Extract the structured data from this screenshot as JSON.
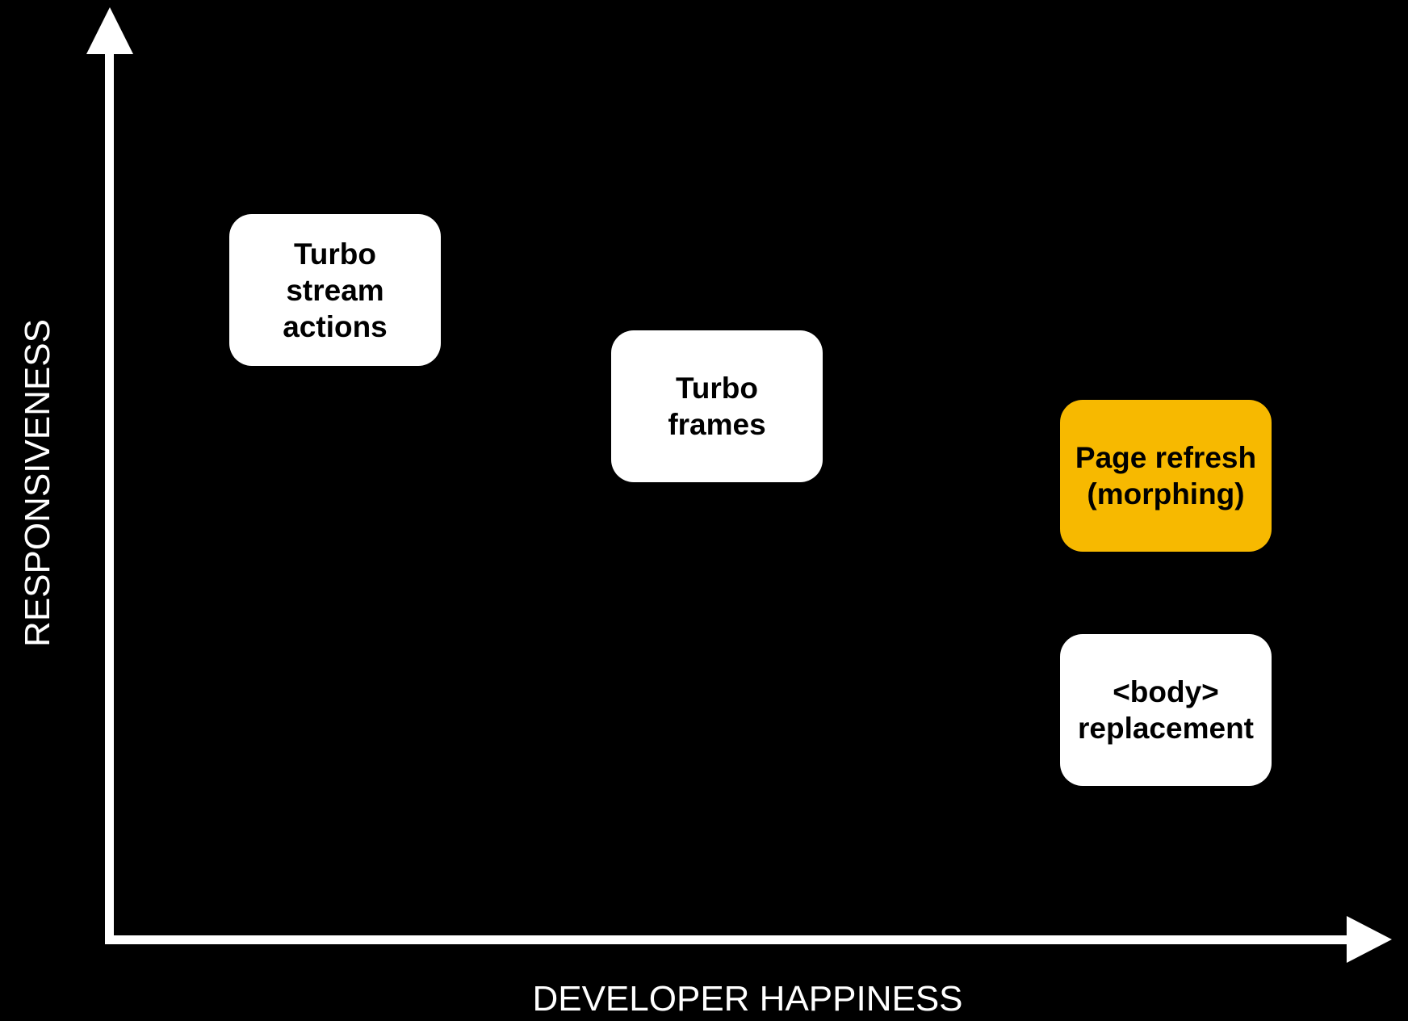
{
  "axes": {
    "x_label": "DEVELOPER HAPPINESS",
    "y_label": "RESPONSIVENESS"
  },
  "colors": {
    "background": "#000000",
    "box": "#FFFFFF",
    "highlight": "#F7B900",
    "axis": "#FFFFFF"
  },
  "boxes": [
    {
      "label": "Turbo\nstream\nactions",
      "highlighted": false
    },
    {
      "label": "Turbo\nframes",
      "highlighted": false
    },
    {
      "label": "Page refresh\n(morphing)",
      "highlighted": true
    },
    {
      "label": "<body>\nreplacement",
      "highlighted": false
    }
  ]
}
